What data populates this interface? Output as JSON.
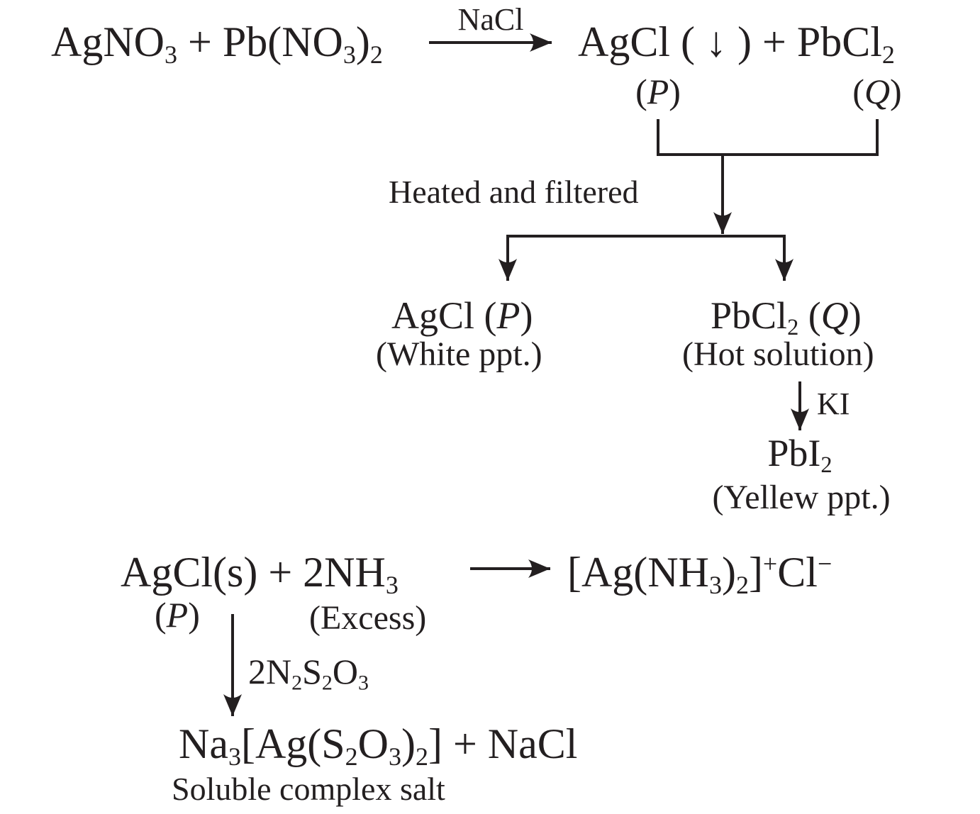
{
  "colors": {
    "ink": "#231f20",
    "background": "#ffffff"
  },
  "reaction1": {
    "reactants": "AgNO_3_ + Pb(NO_3_)_2_",
    "arrow_label": "NaCl",
    "products": "AgCl ( ↓ ) + PbCl_2_",
    "product_p_label": "(*P*)",
    "product_q_label": "(*Q*)"
  },
  "separation": {
    "process_label": "Heated and filtered",
    "left_branch": {
      "formula": "AgCl (*P*)",
      "state": "(White ppt.)"
    },
    "right_branch": {
      "formula": "PbCl_2_ (*Q*)",
      "state": "(Hot solution)"
    }
  },
  "ki_step": {
    "arrow_label": "KI",
    "product": "PbI_2_",
    "state": "(Yellew ppt.)"
  },
  "reaction2": {
    "reactants": "AgCl(s) + 2NH_3_",
    "reactant_p_label": "(*P*)",
    "excess_label": "(Excess)",
    "product": "[Ag(NH_3_)_2_]^+^Cl^−^"
  },
  "reaction3": {
    "arrow_label": "2N_2_S_2_O_3_",
    "products": "Na_3_[Ag(S_2_O_3_)_2_] + NaCl",
    "product_description": "Soluble complex salt"
  }
}
